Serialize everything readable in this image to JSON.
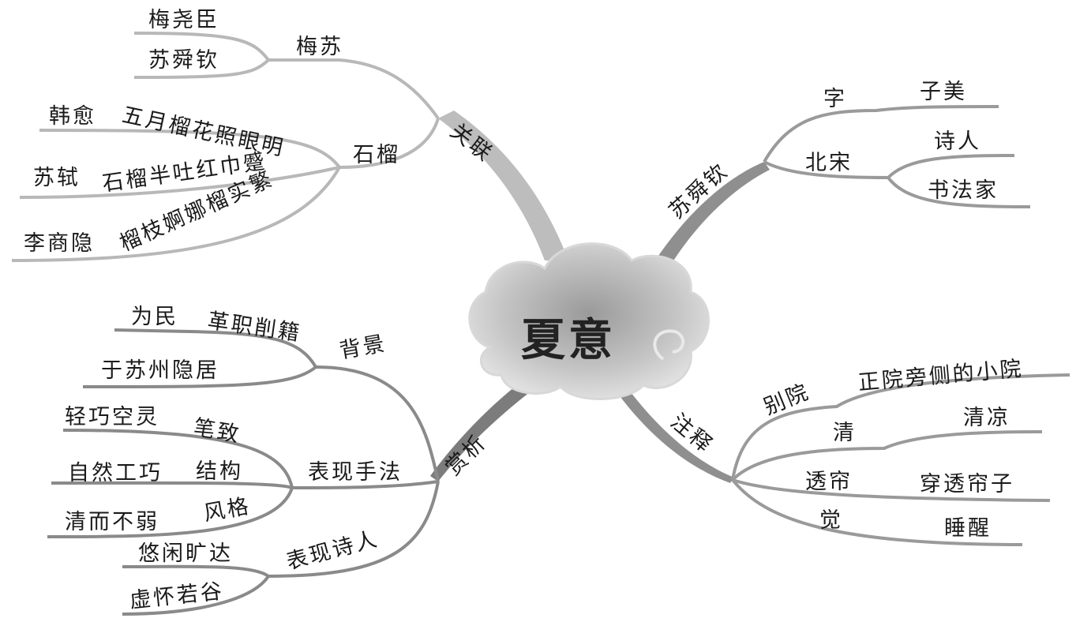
{
  "center": {
    "title": "夏意"
  },
  "branches": {
    "guanlian": {
      "label": "关联",
      "meisu": {
        "label": "梅苏",
        "items": [
          "梅尧臣",
          "苏舜钦"
        ]
      },
      "shiliu": {
        "label": "石榴",
        "items": [
          {
            "author": "韩愈",
            "line": "五月榴花照眼明"
          },
          {
            "author": "苏轼",
            "line": "石榴半吐红巾蹙"
          },
          {
            "author": "李商隐",
            "line": "榴枝婀娜榴实繁"
          }
        ]
      }
    },
    "sushunqin": {
      "label": "苏舜钦",
      "zi": {
        "label": "字",
        "value": "子美"
      },
      "beisong": {
        "label": "北宋",
        "items": [
          "诗人",
          "书法家"
        ]
      }
    },
    "zhushi": {
      "label": "注释",
      "items": [
        {
          "term": "别院",
          "meaning": "正院旁侧的小院"
        },
        {
          "term": "清",
          "meaning": "清凉"
        },
        {
          "term": "透帘",
          "meaning": "穿透帘子"
        },
        {
          "term": "觉",
          "meaning": "睡醒"
        }
      ]
    },
    "shangxi": {
      "label": "赏析",
      "beijing": {
        "label": "背景",
        "geshi": {
          "label": "革职削籍",
          "value": "为民"
        },
        "yinju": "于苏州隐居"
      },
      "biaoxian": {
        "label": "表现手法",
        "items": [
          {
            "label": "笔致",
            "value": "轻巧空灵"
          },
          {
            "label": "结构",
            "value": "自然工巧"
          },
          {
            "label": "风格",
            "value": "清而不弱"
          }
        ]
      },
      "shiren": {
        "label": "表现诗人",
        "items": [
          "悠闲旷达",
          "虚怀若谷"
        ]
      }
    }
  }
}
